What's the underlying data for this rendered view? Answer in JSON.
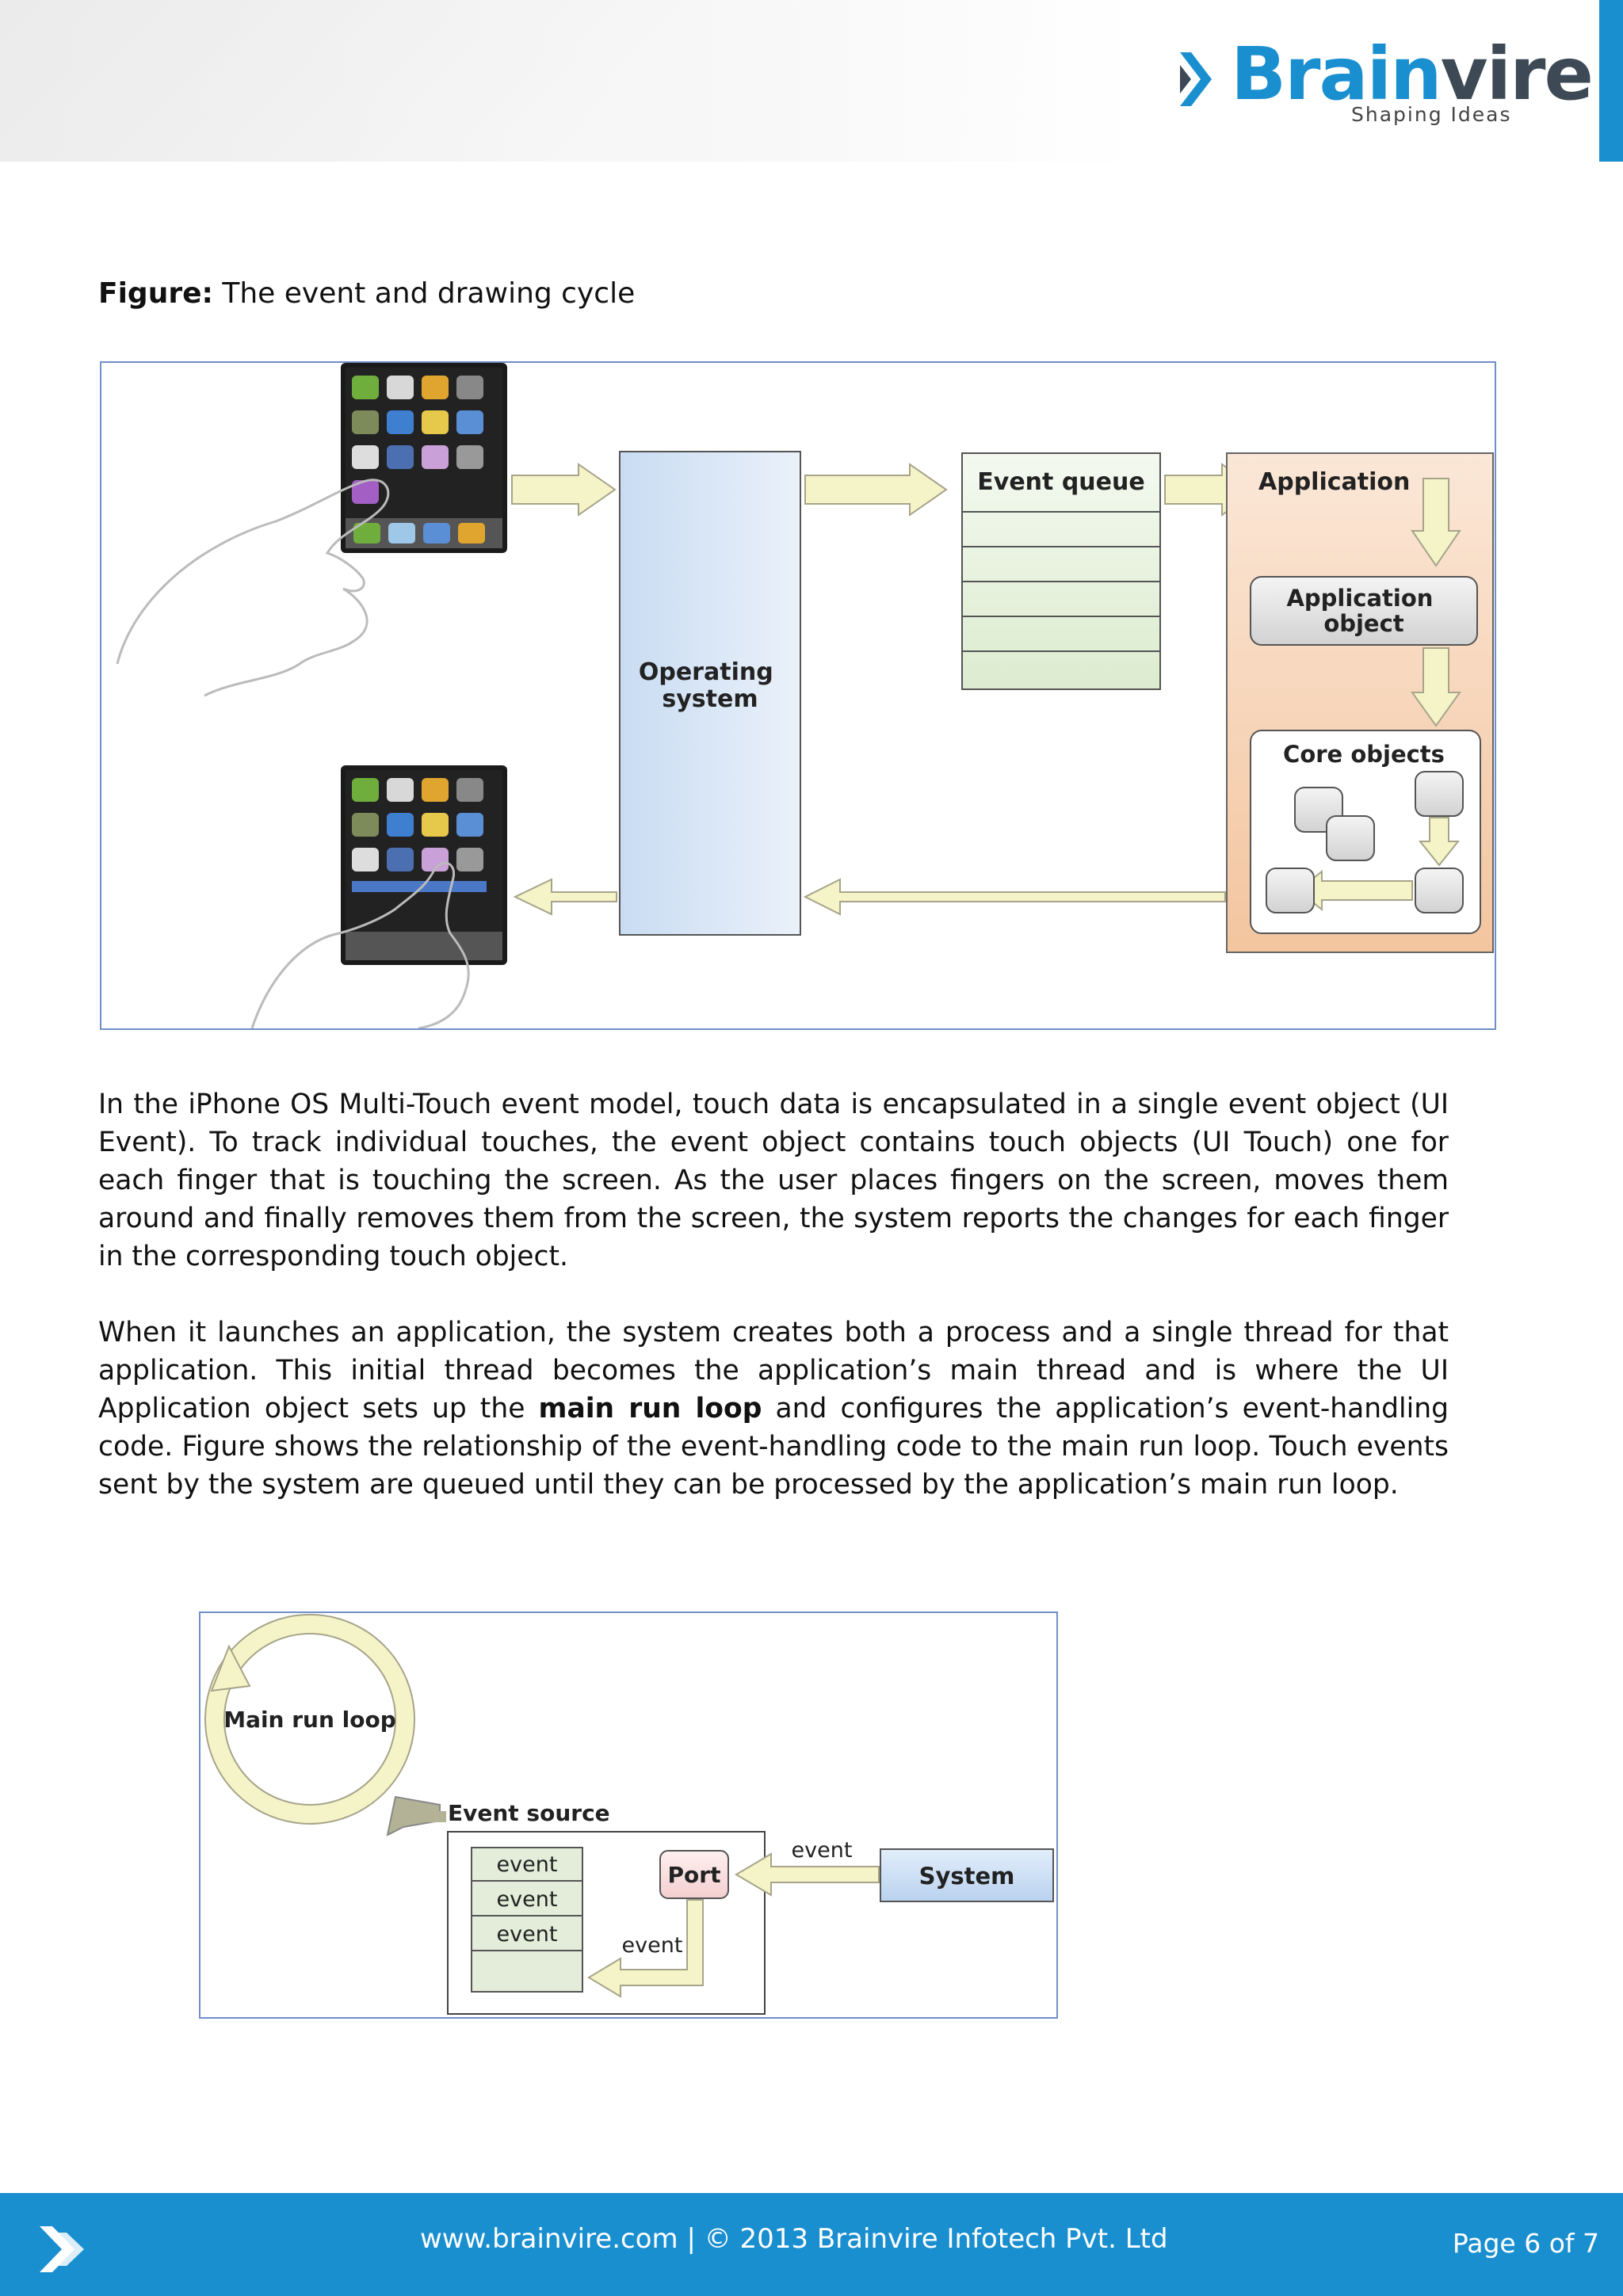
{
  "header": {
    "logo_word_part1": "Brain",
    "logo_word_part2": "vire",
    "logo_tagline": "Shaping Ideas",
    "brand_color": "#1a8fd0"
  },
  "caption": {
    "label": "Figure:",
    "text": "The event and drawing cycle"
  },
  "figure1": {
    "operating_system": [
      "Operating",
      "system"
    ],
    "event_queue": "Event queue",
    "application": "Application",
    "application_object": [
      "Application",
      "object"
    ],
    "core_objects": "Core objects"
  },
  "paragraph1": "In the iPhone OS Multi-Touch event model, touch data is encapsulated in a single event object (UI Event). To track individual touches, the event object contains touch objects (UI Touch) one for each finger that is touching the screen. As the user places fingers on the screen, moves them around and finally removes them from the screen, the system reports the changes for each finger in the corresponding touch object.",
  "paragraph2": {
    "before": "When it launches an application, the system creates both a process and a single thread for that application. This initial thread becomes the application’s main thread and is where the UI Application object sets up the ",
    "bold": "main run loop",
    "after": " and configures the application’s event-handling code. Figure shows the relationship of the event-handling code to the main run loop. Touch events sent by the system are queued until they can be processed by the application’s main run loop."
  },
  "figure2": {
    "main_run_loop": "Main run loop",
    "event_source": "Event source",
    "queue_events": [
      "event",
      "event",
      "event"
    ],
    "port": "Port",
    "event_label_top": "event",
    "event_label_bottom": "event",
    "system": "System"
  },
  "footer": {
    "text": "www.brainvire.com | © 2013 Brainvire Infotech Pvt. Ltd",
    "page": "Page 6 of 7"
  }
}
